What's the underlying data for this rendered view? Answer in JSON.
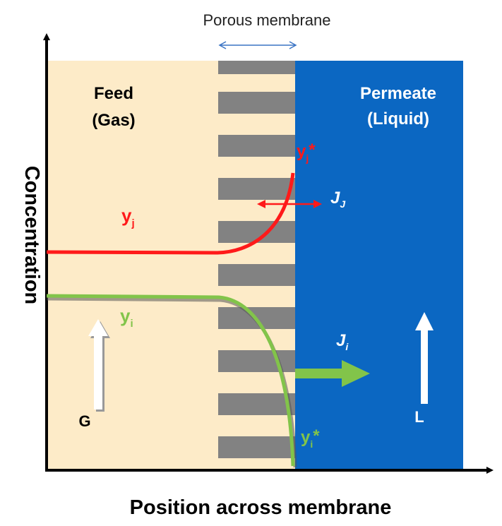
{
  "title": "Porous membrane",
  "x_axis_label": "Position across membrane",
  "y_axis_label": "Concentration",
  "feed": {
    "line1": "Feed",
    "line2": "(Gas)"
  },
  "permeate": {
    "line1": "Permeate",
    "line2": "(Liquid)"
  },
  "species_j": {
    "symbol": "y",
    "sub": "j",
    "interface_sub": "j",
    "interface_mark": "*"
  },
  "species_i": {
    "symbol": "y",
    "sub": "i",
    "interface_sub": "i",
    "interface_mark": "*"
  },
  "flux_j": {
    "symbol": "J",
    "sub": "J"
  },
  "flux_i": {
    "symbol": "J",
    "sub": "i"
  },
  "gas_flow": "G",
  "liquid_flow": "L",
  "colors": {
    "feed": "#fdebc8",
    "permeate": "#0b67c2",
    "membrane_stripe": "#828282",
    "species_j": "#ff1a1a",
    "species_i": "#82c44a",
    "axis": "#000000",
    "span_arrow": "#3a74c4"
  }
}
